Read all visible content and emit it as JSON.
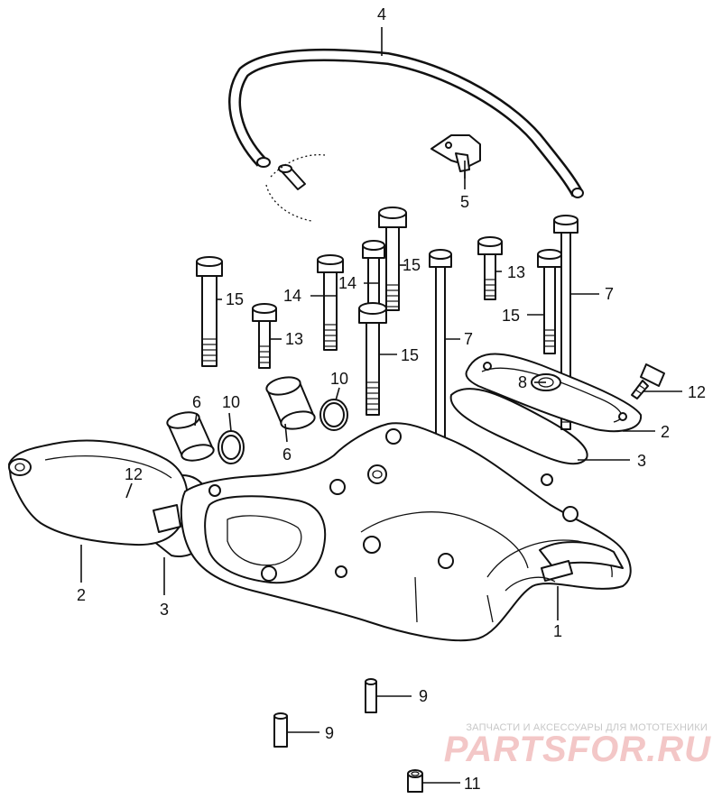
{
  "callouts": {
    "c1": "1",
    "c2_left": "2",
    "c2_right": "2",
    "c3_left": "3",
    "c3_right": "3",
    "c4": "4",
    "c5": "5",
    "c6_left": "6",
    "c6_right": "6",
    "c7_center": "7",
    "c7_right": "7",
    "c8": "8",
    "c9_upper": "9",
    "c9_lower": "9",
    "c10_left": "10",
    "c10_right": "10",
    "c11": "11",
    "c12_left": "12",
    "c12_right": "12",
    "c13_left": "13",
    "c13_right": "13",
    "c14_left": "14",
    "c14_center": "14",
    "c15_left": "15",
    "c15_center": "15",
    "c15_top": "15",
    "c15_right": "15"
  },
  "watermark": {
    "tagline": "ЗАПЧАСТИ И АКСЕССУАРЫ ДЛЯ МОТОТЕХНИКИ",
    "logo": "PARTSFOR.RU",
    "tagline_color": "#c7c7c7",
    "logo_color": "#f3c7c7"
  }
}
